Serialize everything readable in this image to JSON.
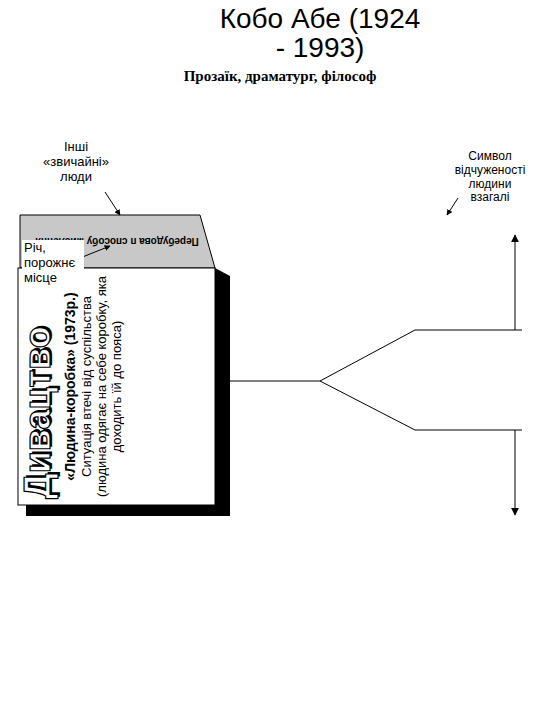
{
  "diagram": {
    "title": "Кобо Абе (1924 - 1993)",
    "nodes": [
      {
        "text": [
          "Перебудова п способу мислення"
        ]
      },
      {
        "text": [
          "Дивацтво",
          "«Людина-коробка» (1973р.)",
          "Ситуація втечі від суспільства (людина одягає на себе коробку, яка доходить їй до пояса)"
        ]
      }
    ],
    "labels": [
      "Прозаїк, драматург, філософ",
      "Інші «звичайні» люди",
      "Річ, порожнє місце",
      "Символ відчуженості людини взагалі"
    ]
  }
}
